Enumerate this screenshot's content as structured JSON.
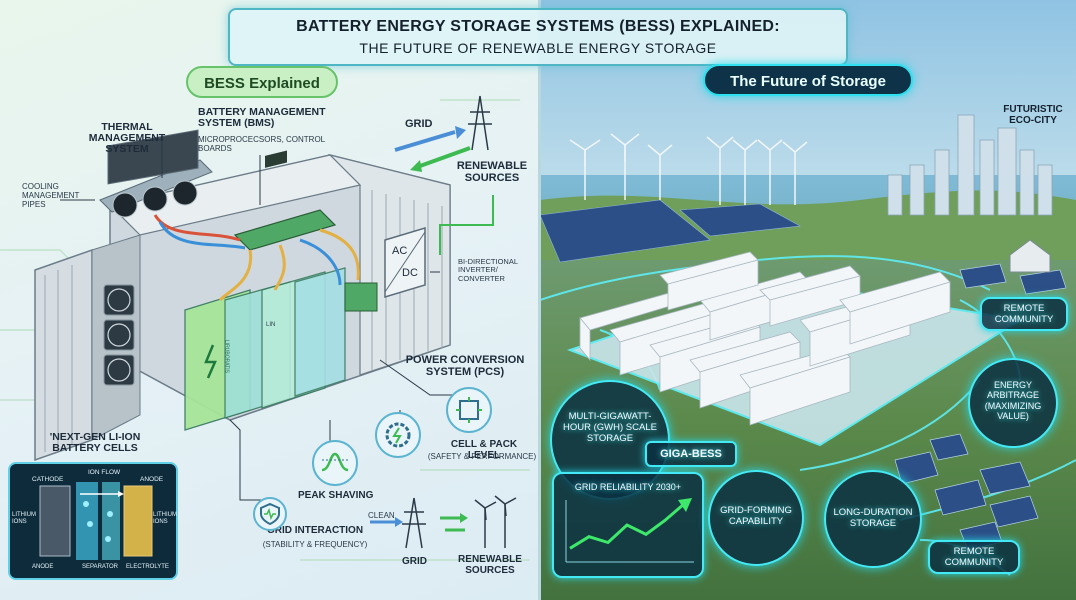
{
  "title": {
    "line1": "BATTERY ENERGY STORAGE SYSTEMS (BESS) EXPLAINED:",
    "line2": "THE FUTURE OF RENEWABLE ENERGY STORAGE"
  },
  "left": {
    "heading": "BESS Explained",
    "thermal": "THERMAL MANAGEMENT SYSTEM",
    "cooling": "COOLING MANAGEMENT PIPES",
    "bms_title": "BATTERY MANAGEMENT SYSTEM (BMS)",
    "bms_sub": "MICROPROCECSORS, CONTROL BOARDS",
    "grid_top": "GRID",
    "renewable_top": "RENEWABLE SOURCES",
    "inverter": "BI-DIRECTIONAL INVERTER/ CONVERTER",
    "inverter_ac": "AC",
    "inverter_dc": "DC",
    "pcs": "POWER CONVERSION SYSTEM (PCS)",
    "cell_level": "CELL & PACK LEVEL",
    "cell_level_sub": "(SAFETY & PERFORMANCE)",
    "peak": "PEAK SHAVING",
    "grid_interaction": "GRID INTERACTION",
    "grid_interaction_sub": "(STABILITY & FREQUENCY)",
    "nextgen": "'NEXT-GEN LI-ION BATTERY CELLS",
    "cell": {
      "cathode": "CATHODE",
      "ion_flow": "ION FLOW",
      "anode_top": "ANODE",
      "lithium_left": "LITHIUM IONS",
      "lithium_right": "LITHIUM IONS",
      "anode_bottom": "ANODE",
      "separator": "SEPARATOR",
      "electrolyte": "ELECTROLYTE"
    },
    "clean": "CLEAN",
    "grid_bottom": "GRID",
    "renewable_bottom": "RENEWABLE SOURCES",
    "battery_li": "LIN",
    "battery_side": "LIRUBORATIS"
  },
  "right": {
    "heading": "The Future of Storage",
    "eco_city": "FUTURISTIC ECO-CITY",
    "remote_top": "REMOTE COMMUNITY",
    "arbitrage": "ENERGY ARBITRAGE (MAXIMIZING VALUE)",
    "multi_gwh": "MULTI-GIGAWATT-HOUR (GWh) SCALE STORAGE",
    "giga_bess": "GIGA-BESS",
    "grid_reliability": "GRID RELIABILITY 2030+",
    "grid_forming": "GRID-FORMING CAPABILITY",
    "long_duration": "LONG-DURATION STORAGE",
    "remote_bottom": "REMOTE COMMUNITY"
  },
  "colors": {
    "accent_cyan": "#43eaf5",
    "pill_green": "#c9efc5",
    "dark_panel": "#0a3042",
    "trend_green": "#3ee86a"
  },
  "chart_reliability": {
    "type": "line",
    "values": [
      1,
      2,
      1.5,
      3,
      2.2,
      3.4,
      4.8
    ]
  }
}
